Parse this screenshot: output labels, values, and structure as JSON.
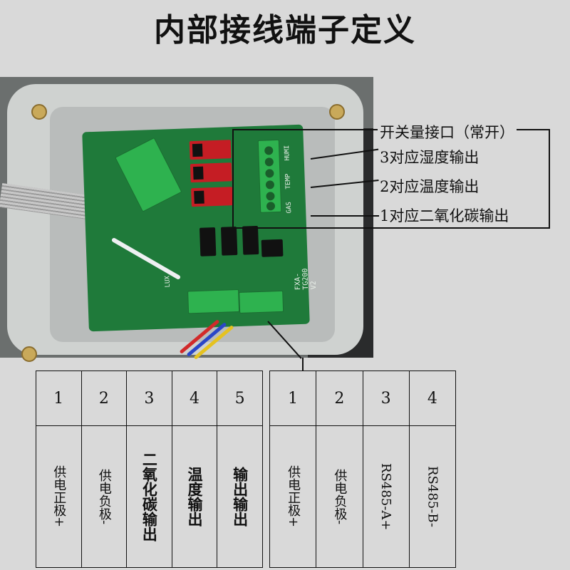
{
  "title": "内部接线端子定义",
  "photo": {
    "board_model_label": "FXA-TG200 V2",
    "silk_labels": [
      "HUMI",
      "TEMP",
      "GAS",
      "LUX"
    ]
  },
  "callouts": [
    "开关量接口（常开）",
    "3对应湿度输出",
    "2对应温度输出",
    "1对应二氧化碳输出"
  ],
  "table_left": {
    "numbers": [
      "1",
      "2",
      "3",
      "4",
      "5"
    ],
    "descriptions": [
      "供电正极+",
      "供电负极-",
      "二氧化碳输出",
      "温度输出",
      "输出输出"
    ]
  },
  "table_right": {
    "numbers": [
      "1",
      "2",
      "3",
      "4"
    ],
    "descriptions": [
      "供电正极+",
      "供电负极-",
      "RS485-A+",
      "RS485-B-"
    ]
  },
  "colors": {
    "background": "#d9d9d9",
    "pcb": "#1f7a3a",
    "terminal_green": "#2eb24f",
    "relay_red": "#c51d24"
  }
}
